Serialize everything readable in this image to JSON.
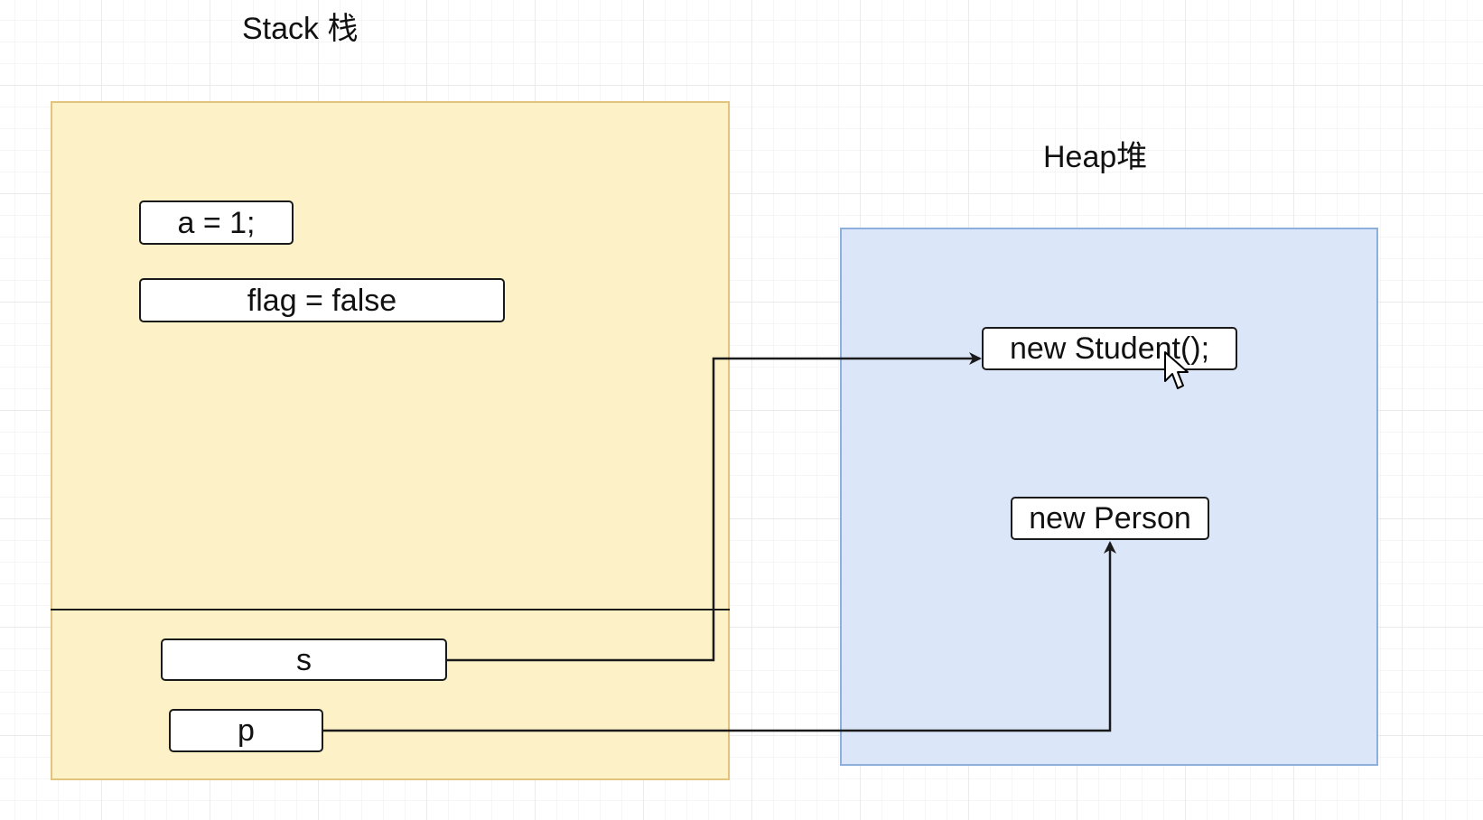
{
  "stack": {
    "title": "Stack 栈",
    "vars": {
      "a": "a = 1;",
      "flag": "flag = false",
      "s": "s",
      "p": "p"
    }
  },
  "heap": {
    "title": "Heap堆",
    "objects": {
      "student": "new Student();",
      "person": "new Person"
    }
  },
  "colors": {
    "stack_fill": "#fdf1c7",
    "stack_stroke": "#e3c47c",
    "heap_fill": "#dbe6f8",
    "heap_stroke": "#8eaedb",
    "line": "#1a1a1a"
  },
  "references": [
    {
      "from": "s",
      "to": "student"
    },
    {
      "from": "p",
      "to": "person"
    }
  ],
  "cursor_icon": "mouse-pointer-icon"
}
